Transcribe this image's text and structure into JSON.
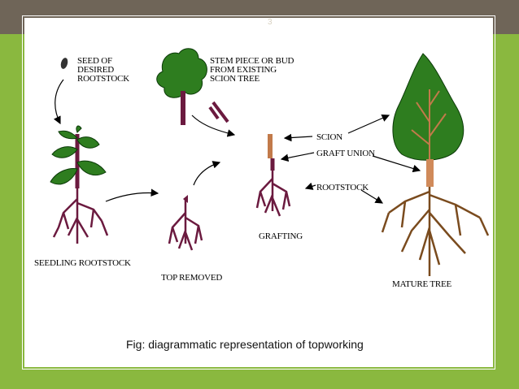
{
  "slide": {
    "number": "3",
    "caption": "Fig: diagrammatic representation of topworking"
  },
  "diagram": {
    "labels": {
      "seed": "SEED OF\nDESIRED\nROOTSTOCK",
      "stem": "STEM PIECE OR BUD\nFROM EXISTING\nSCION TREE",
      "scion": "SCION",
      "graft_union": "GRAFT UNION",
      "rootstock": "ROOTSTOCK",
      "seedling_rootstock": "SEEDLING ROOTSTOCK",
      "top_removed": "TOP REMOVED",
      "grafting": "GRAFTING",
      "mature_tree": "MATURE TREE"
    },
    "colors": {
      "leaf": "#2e7d1f",
      "leaf_outline": "#0b3a08",
      "root_purple": "#6b1a3f",
      "root_brown": "#7a4b1e",
      "scion_wood": "#c27a4a",
      "trunk": "#d08a5a",
      "arrow": "#000000"
    }
  }
}
